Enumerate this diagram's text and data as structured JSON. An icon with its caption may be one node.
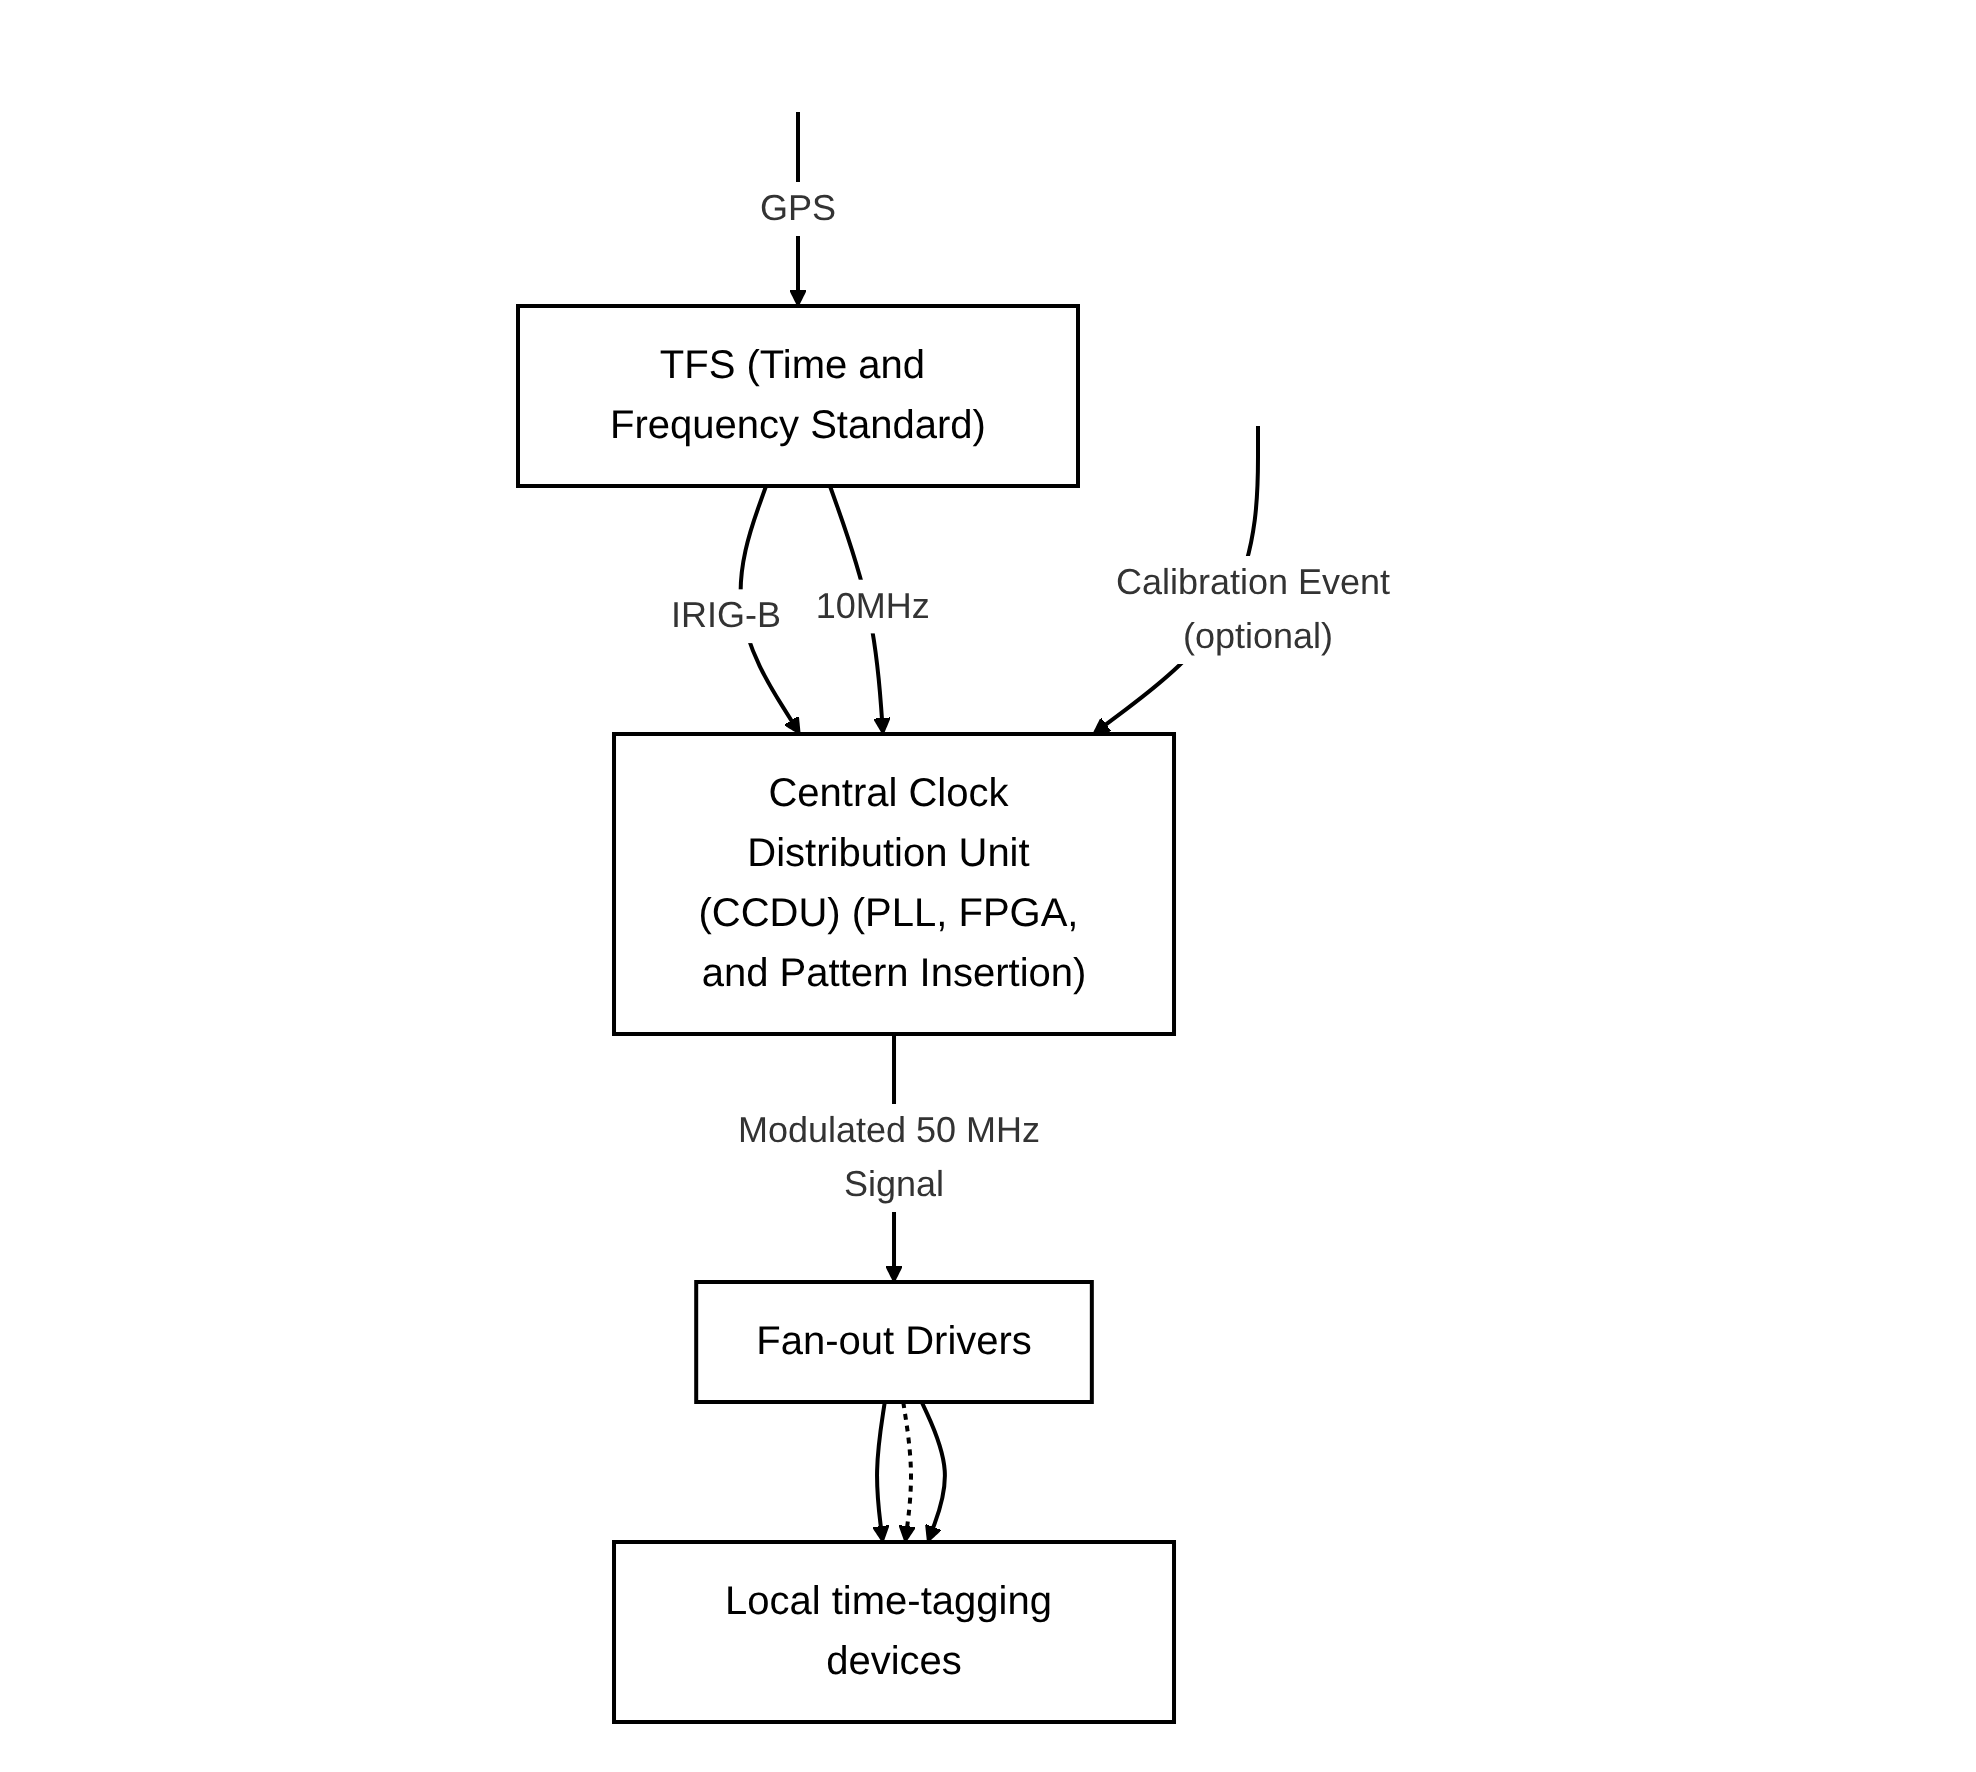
{
  "diagram": {
    "nodes": [
      {
        "text": [
          "TFS (Time and Frequency Standard)"
        ]
      },
      {
        "text": [
          "Central Clock Distribution Unit (CCDU) (PLL, FPGA, and Pattern Insertion)"
        ]
      },
      {
        "text": [
          "Fan-out Drivers"
        ]
      },
      {
        "text": [
          "Local time-tagging devices"
        ]
      }
    ],
    "edges": [
      {
        "from": null,
        "to": 0,
        "arrow": "to",
        "label": "GPS"
      },
      {
        "from": 0,
        "to": 1,
        "arrow": "to",
        "label": "IRIG-B"
      },
      {
        "from": 0,
        "to": 1,
        "arrow": "to",
        "label": "10MHz"
      },
      {
        "from": null,
        "to": 1,
        "arrow": "to",
        "label": "Calibration Event (optional)"
      },
      {
        "from": 1,
        "to": 2,
        "arrow": "to",
        "label": "Modulated 50 MHz Signal"
      },
      {
        "from": 2,
        "to": 3,
        "arrow": "to"
      },
      {
        "from": 2,
        "to": 3,
        "arrow": "to",
        "style": "dashed"
      },
      {
        "from": 2,
        "to": 3,
        "arrow": "to"
      }
    ]
  }
}
